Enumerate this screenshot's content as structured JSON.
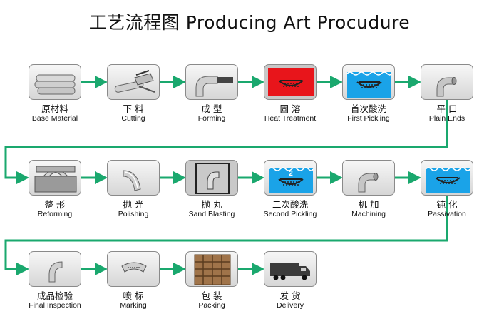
{
  "title": "工艺流程图 Producing Art Procudure",
  "steps": [
    {
      "zh": "原材料",
      "en": "Base Material",
      "icon": "pipes-icon"
    },
    {
      "zh": "下 料",
      "en": "Cutting",
      "icon": "saw-cutting-icon"
    },
    {
      "zh": "成 型",
      "en": "Forming",
      "icon": "elbow-forming-icon"
    },
    {
      "zh": "固 溶",
      "en": "Heat Treatment",
      "icon": "furnace-icon"
    },
    {
      "zh": "首次酸洗",
      "en": "First Pickling",
      "icon": "acid-tank-icon"
    },
    {
      "zh": "平 口",
      "en": "Plain Ends",
      "icon": "elbow-icon"
    },
    {
      "zh": "整 形",
      "en": "Reforming",
      "icon": "reform-die-icon"
    },
    {
      "zh": "抛 光",
      "en": "Polishing",
      "icon": "polished-elbow-icon"
    },
    {
      "zh": "抛 丸",
      "en": "Sand Blasting",
      "icon": "sand-blast-icon"
    },
    {
      "zh": "二次酸洗",
      "en": "Second Pickling",
      "icon": "acid-tank-2-icon",
      "badge": "2"
    },
    {
      "zh": "机 加",
      "en": "Machining",
      "icon": "machined-elbow-icon"
    },
    {
      "zh": "钝 化",
      "en": "Passivation",
      "icon": "passivation-tank-icon"
    },
    {
      "zh": "成品检验",
      "en": "Final Inspection",
      "icon": "inspected-elbow-icon"
    },
    {
      "zh": "喷 标",
      "en": "Marking",
      "icon": "marked-ring-icon"
    },
    {
      "zh": "包 装",
      "en": "Packing",
      "icon": "wooden-crate-icon"
    },
    {
      "zh": "发 货",
      "en": "Delivery",
      "icon": "truck-icon"
    }
  ]
}
